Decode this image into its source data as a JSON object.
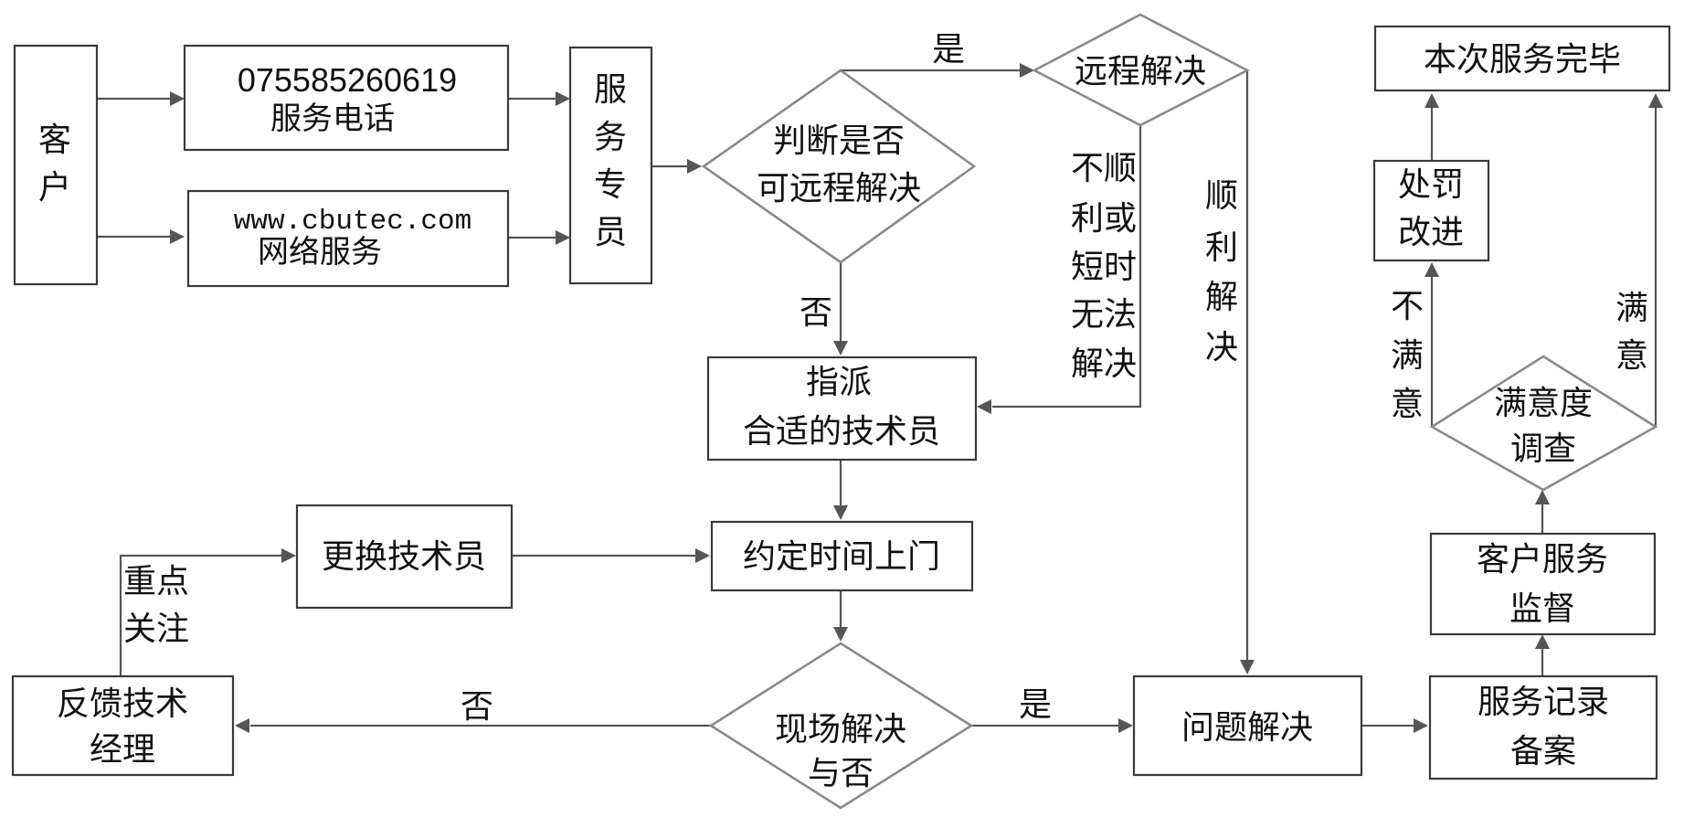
{
  "nodes": {
    "customer": [
      "客",
      "户"
    ],
    "phone": {
      "number": "075585260619",
      "label": "服务电话"
    },
    "web": {
      "url": "www.cbutec.com",
      "label": "网络服务"
    },
    "specialist": [
      "服",
      "务",
      "专",
      "员"
    ],
    "judge_remote": [
      "判断是否",
      "可远程解决"
    ],
    "remote_solve": "远程解决",
    "assign_tech": [
      "指派",
      "合适的技术员"
    ],
    "appointment": "约定时间上门",
    "replace_tech": "更换技术员",
    "feedback_manager": [
      "反馈技术",
      "经理"
    ],
    "onsite_decision": [
      "现场解决",
      "与否"
    ],
    "problem_solved": "问题解决",
    "record": [
      "服务记录",
      "备案"
    ],
    "supervision": [
      "客户服务",
      "监督"
    ],
    "satisfaction": [
      "满意度",
      "调查"
    ],
    "penalty": [
      "处罚",
      "改进"
    ],
    "complete": "本次服务完毕"
  },
  "edge_labels": {
    "yes_top": "是",
    "no_judge": "否",
    "not_smooth": [
      "不顺",
      "利或",
      "短时",
      "无法",
      "解决"
    ],
    "smooth": [
      "顺",
      "利",
      "解",
      "决"
    ],
    "focus": [
      "重点",
      "关注"
    ],
    "no_onsite": "否",
    "yes_onsite": "是",
    "unsatisfied": [
      "不",
      "满",
      "意"
    ],
    "satisfied": [
      "满",
      "意"
    ]
  }
}
